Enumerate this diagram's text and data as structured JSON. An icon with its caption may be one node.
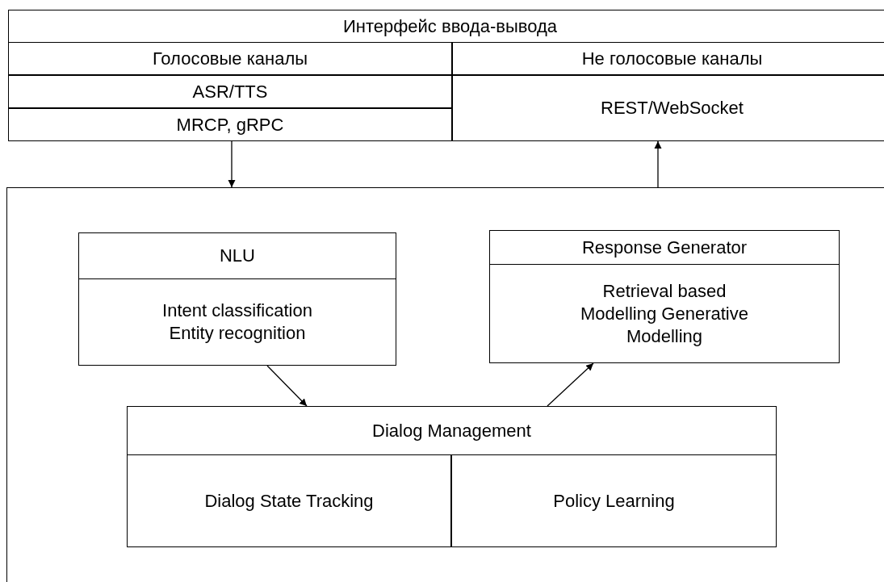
{
  "diagram": {
    "nodes": [
      {
        "text": [
          "Интерфейс ввода-вывода"
        ]
      },
      {
        "text": [
          "Голосовые каналы"
        ],
        "in": 0
      },
      {
        "text": [
          "Не голосовые каналы"
        ],
        "in": 0
      },
      {
        "text": [
          "ASR/TTS"
        ],
        "in": 0
      },
      {
        "text": [
          "REST/WebSocket"
        ],
        "in": 0
      },
      {
        "text": [
          "MRCP, gRPC"
        ],
        "in": 0
      },
      {
        "text": [],
        "shape": "box"
      },
      {
        "text": [
          "NLU",
          "Intent classification Entity recognition"
        ],
        "in": 6
      },
      {
        "text": [
          "Response Generator",
          "Retrieval based Modelling Generative Modelling"
        ],
        "in": 6
      },
      {
        "text": [
          "Dialog Management"
        ],
        "in": 6
      },
      {
        "text": [
          "Dialog State Tracking"
        ],
        "in": 9
      },
      {
        "text": [
          "Policy Learning"
        ],
        "in": 9
      }
    ],
    "edges": [
      {
        "from": 5,
        "to": 6,
        "arrow": "to"
      },
      {
        "from": 6,
        "to": 4,
        "arrow": "to"
      },
      {
        "from": 7,
        "to": 9,
        "arrow": "to"
      },
      {
        "from": 9,
        "to": 8,
        "arrow": "to"
      }
    ]
  }
}
